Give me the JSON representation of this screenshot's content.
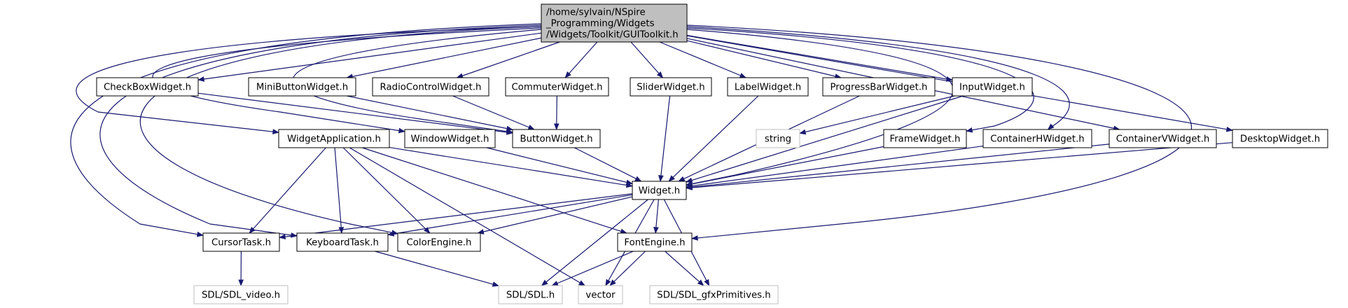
{
  "diagram": {
    "type": "include-dependency-graph",
    "colors": {
      "edge": "#191970",
      "node_border": "#000000",
      "external_border": "#bfbfbf",
      "root_fill": "#bfbfbf",
      "node_fill": "#ffffff"
    },
    "nodes": [
      {
        "id": "root",
        "lines": [
          "/home/sylvain/NSpire",
          "_Programming/Widgets",
          "/Widgets/Toolkit/GUIToolkit.h"
        ],
        "kind": "root"
      },
      {
        "id": "checkbox",
        "lines": [
          "CheckBoxWidget.h"
        ],
        "kind": "header"
      },
      {
        "id": "minibutton",
        "lines": [
          "MiniButtonWidget.h"
        ],
        "kind": "header"
      },
      {
        "id": "radio",
        "lines": [
          "RadioControlWidget.h"
        ],
        "kind": "header"
      },
      {
        "id": "commuter",
        "lines": [
          "CommuterWidget.h"
        ],
        "kind": "header"
      },
      {
        "id": "slider",
        "lines": [
          "SliderWidget.h"
        ],
        "kind": "header"
      },
      {
        "id": "label",
        "lines": [
          "LabelWidget.h"
        ],
        "kind": "header"
      },
      {
        "id": "progress",
        "lines": [
          "ProgressBarWidget.h"
        ],
        "kind": "header"
      },
      {
        "id": "input",
        "lines": [
          "InputWidget.h"
        ],
        "kind": "header"
      },
      {
        "id": "widgetapp",
        "lines": [
          "WidgetApplication.h"
        ],
        "kind": "header"
      },
      {
        "id": "window",
        "lines": [
          "WindowWidget.h"
        ],
        "kind": "header"
      },
      {
        "id": "button",
        "lines": [
          "ButtonWidget.h"
        ],
        "kind": "header"
      },
      {
        "id": "string",
        "lines": [
          "string"
        ],
        "kind": "external"
      },
      {
        "id": "frame",
        "lines": [
          "FrameWidget.h"
        ],
        "kind": "header"
      },
      {
        "id": "containerh",
        "lines": [
          "ContainerHWidget.h"
        ],
        "kind": "header"
      },
      {
        "id": "containerv",
        "lines": [
          "ContainerVWidget.h"
        ],
        "kind": "header"
      },
      {
        "id": "desktop",
        "lines": [
          "DesktopWidget.h"
        ],
        "kind": "header"
      },
      {
        "id": "widget",
        "lines": [
          "Widget.h"
        ],
        "kind": "header"
      },
      {
        "id": "cursor",
        "lines": [
          "CursorTask.h"
        ],
        "kind": "header"
      },
      {
        "id": "keyboard",
        "lines": [
          "KeyboardTask.h"
        ],
        "kind": "header"
      },
      {
        "id": "color",
        "lines": [
          "ColorEngine.h"
        ],
        "kind": "header"
      },
      {
        "id": "font",
        "lines": [
          "FontEngine.h"
        ],
        "kind": "header"
      },
      {
        "id": "sdlvideo",
        "lines": [
          "SDL/SDL_video.h"
        ],
        "kind": "external"
      },
      {
        "id": "sdl",
        "lines": [
          "SDL/SDL.h"
        ],
        "kind": "external"
      },
      {
        "id": "vector",
        "lines": [
          "vector"
        ],
        "kind": "external"
      },
      {
        "id": "gfx",
        "lines": [
          "SDL/SDL_gfxPrimitives.h"
        ],
        "kind": "external"
      }
    ],
    "edges": [
      [
        "root",
        "checkbox"
      ],
      [
        "root",
        "minibutton"
      ],
      [
        "root",
        "radio"
      ],
      [
        "root",
        "commuter"
      ],
      [
        "root",
        "slider"
      ],
      [
        "root",
        "label"
      ],
      [
        "root",
        "progress"
      ],
      [
        "root",
        "input"
      ],
      [
        "root",
        "widgetapp"
      ],
      [
        "root",
        "window"
      ],
      [
        "root",
        "button"
      ],
      [
        "root",
        "frame"
      ],
      [
        "root",
        "containerh"
      ],
      [
        "root",
        "containerv"
      ],
      [
        "root",
        "desktop"
      ],
      [
        "root",
        "widget"
      ],
      [
        "root",
        "cursor"
      ],
      [
        "root",
        "keyboard"
      ],
      [
        "root",
        "color"
      ],
      [
        "root",
        "font"
      ],
      [
        "checkbox",
        "button"
      ],
      [
        "minibutton",
        "button"
      ],
      [
        "radio",
        "button"
      ],
      [
        "commuter",
        "button"
      ],
      [
        "slider",
        "widget"
      ],
      [
        "label",
        "widget"
      ],
      [
        "progress",
        "widget"
      ],
      [
        "input",
        "string"
      ],
      [
        "input",
        "widget"
      ],
      [
        "widgetapp",
        "widget"
      ],
      [
        "widgetapp",
        "cursor"
      ],
      [
        "widgetapp",
        "keyboard"
      ],
      [
        "widgetapp",
        "color"
      ],
      [
        "widgetapp",
        "font"
      ],
      [
        "widgetapp",
        "vector"
      ],
      [
        "window",
        "widget"
      ],
      [
        "button",
        "widget"
      ],
      [
        "frame",
        "widget"
      ],
      [
        "containerh",
        "widget"
      ],
      [
        "containerv",
        "widget"
      ],
      [
        "desktop",
        "widget"
      ],
      [
        "widget",
        "cursor"
      ],
      [
        "widget",
        "keyboard"
      ],
      [
        "widget",
        "color"
      ],
      [
        "widget",
        "font"
      ],
      [
        "widget",
        "sdl"
      ],
      [
        "widget",
        "vector"
      ],
      [
        "widget",
        "gfx"
      ],
      [
        "cursor",
        "sdlvideo"
      ],
      [
        "keyboard",
        "sdl"
      ],
      [
        "font",
        "sdl"
      ],
      [
        "font",
        "vector"
      ],
      [
        "font",
        "gfx"
      ]
    ]
  }
}
